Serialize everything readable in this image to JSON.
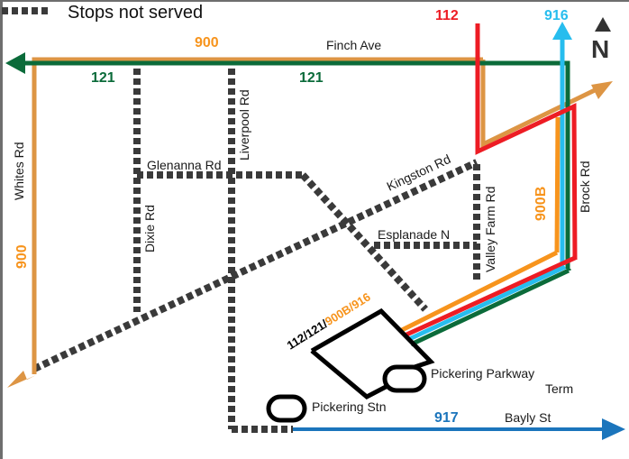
{
  "legend": {
    "label": "Stops not served"
  },
  "colors": {
    "route_900": "#DD9544",
    "route_900B": "#F7941D",
    "route_121": "#0B6B3A",
    "route_112": "#ED1C24",
    "route_916": "#27BDEE",
    "route_917": "#1B75BC",
    "not_served": "#3A3A3A",
    "terminal": "#000000"
  },
  "routes": {
    "r900": "900",
    "r900_side": "900",
    "r900B": "900B",
    "r121_left": "121",
    "r121_right": "121",
    "r112": "112",
    "r916": "916",
    "r917": "917"
  },
  "roads": {
    "finch": "Finch Ave",
    "whites": "Whites Rd",
    "dixie": "Dixie Rd",
    "liverpool": "Liverpool Rd",
    "glenanna": "Glenanna Rd",
    "kingston": "Kingston Rd",
    "valley_farm": "Valley Farm Rd",
    "brock": "Brock Rd",
    "esplanade": "Esplanade N",
    "bayly": "Bayly St"
  },
  "stations": {
    "terminal_routes_black": "112/121/",
    "terminal_routes_orange": "900B/916",
    "pickering_parkway_line1": "Pickering Parkway",
    "pickering_parkway_line2": "Term",
    "pickering_stn": "Pickering Stn"
  },
  "compass": {
    "label": "N"
  }
}
